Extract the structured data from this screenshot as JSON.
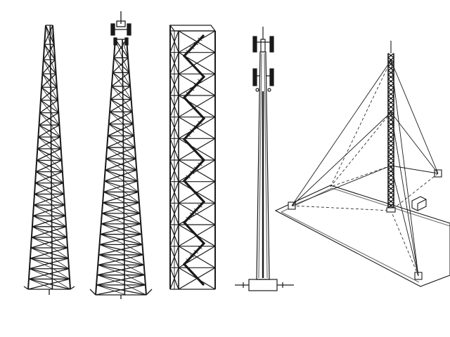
{
  "figure": {
    "background": "#ffffff",
    "line_color": "#1a1a1a",
    "shade_color": "#6e6e6e",
    "towers": [
      {
        "kind": "self-supporting-lattice-tower-tapered"
      },
      {
        "kind": "self-supporting-lattice-tower-with-antennas"
      },
      {
        "kind": "square-lattice-tower-with-internal-stairs"
      },
      {
        "kind": "monopole-tower-with-antennas"
      },
      {
        "kind": "guyed-lattice-mast-on-square-base"
      }
    ]
  }
}
